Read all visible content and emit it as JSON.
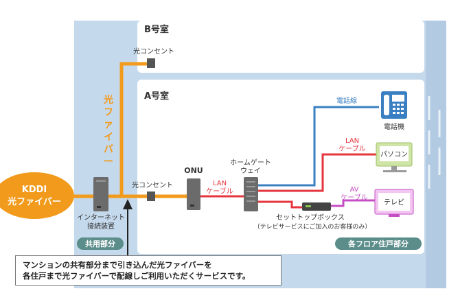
{
  "colors": {
    "building": "#c5d9ec",
    "building_edge": "#a9c3db",
    "fiber": "#f29a1b",
    "lan": "#e6343c",
    "phone": "#3a7fc1",
    "av": "#c64ec4",
    "device": "#6b6b6b",
    "badge": "#5b8d8a"
  },
  "rooms": {
    "b_title": "B号室",
    "a_title": "A号室"
  },
  "labels": {
    "outlet_b": "光コンセント",
    "outlet_a": "光コンセント",
    "fiber_vertical": "光ファイバー",
    "kddi_line1": "KDDI",
    "kddi_line2": "光ファイバー",
    "internet_line1": "インターネット",
    "internet_line2": "接続装置",
    "onu": "ONU",
    "lan1_line1": "LAN",
    "lan1_line2": "ケーブル",
    "hgw_line1": "ホームゲート",
    "hgw_line2": "ウェイ",
    "phone_line": "電話線",
    "phone_device": "電話機",
    "lan2_line1": "LAN",
    "lan2_line2": "ケーブル",
    "pc": "パソコン",
    "av_line1": "AV",
    "av_line2": "ケーブル",
    "tv": "テレビ",
    "stb_line1": "セットトップボックス",
    "stb_line2": "（テレビサービスにご加入のお客様のみ）",
    "common_area": "共用部分",
    "private_area": "各フロア住戸部分"
  },
  "callout": {
    "line1": "マンションの共有部分まで引き込んだ光ファイバーを",
    "line2": "各住戸まで光ファイバーで配線しご利用いただくサービスです。"
  }
}
